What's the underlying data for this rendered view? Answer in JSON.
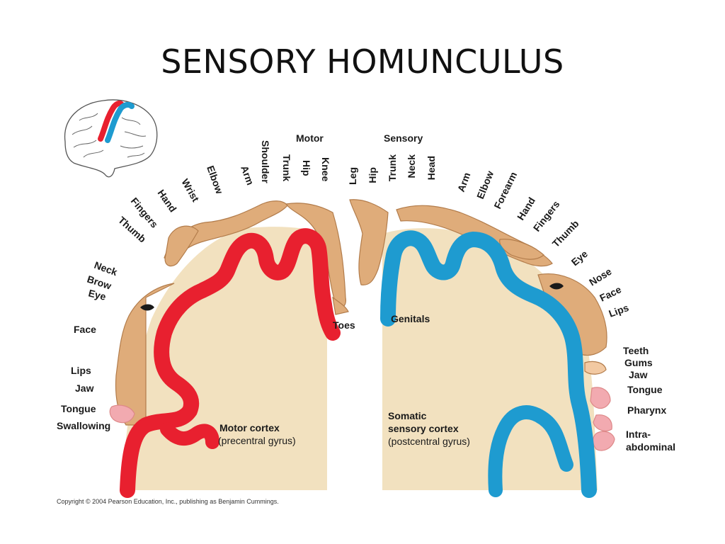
{
  "title": "SENSORY HOMUNCULUS",
  "colors": {
    "motor": "#e8202f",
    "sensory": "#1e9bd0",
    "tissue": "#f2e1bf",
    "skin": "#dfac7a"
  },
  "column_headers": {
    "motor": "Motor",
    "sensory": "Sensory"
  },
  "motor_labels": {
    "knee": "Knee",
    "hip": "Hip",
    "trunk": "Trunk",
    "shoulder": "Shoulder",
    "arm": "Arm",
    "elbow": "Elbow",
    "wrist": "Wrist",
    "hand": "Hand",
    "fingers": "Fingers",
    "thumb": "Thumb",
    "neck": "Neck",
    "brow": "Brow",
    "eye": "Eye",
    "face": "Face",
    "lips": "Lips",
    "jaw": "Jaw",
    "tongue": "Tongue",
    "swallowing": "Swallowing",
    "toes": "Toes"
  },
  "sensory_labels": {
    "leg": "Leg",
    "hip": "Hip",
    "trunk": "Trunk",
    "neck": "Neck",
    "head": "Head",
    "arm": "Arm",
    "elbow": "Elbow",
    "forearm": "Forearm",
    "hand": "Hand",
    "fingers": "Fingers",
    "thumb": "Thumb",
    "eye": "Eye",
    "nose": "Nose",
    "face": "Face",
    "lips": "Lips",
    "genitals": "Genitals",
    "teeth": "Teeth",
    "gums": "Gums",
    "jaw": "Jaw",
    "tongue": "Tongue",
    "pharynx": "Pharynx",
    "intra_1": "Intra-",
    "intra_2": "abdominal"
  },
  "cortex_labels": {
    "motor_1": "Motor cortex",
    "motor_2": "(precentral gyrus)",
    "sensory_1": "Somatic",
    "sensory_2": "sensory cortex",
    "sensory_3": "(postcentral gyrus)"
  },
  "copyright": "Copyright © 2004 Pearson Education, Inc., publishing as Benjamin Cummings."
}
